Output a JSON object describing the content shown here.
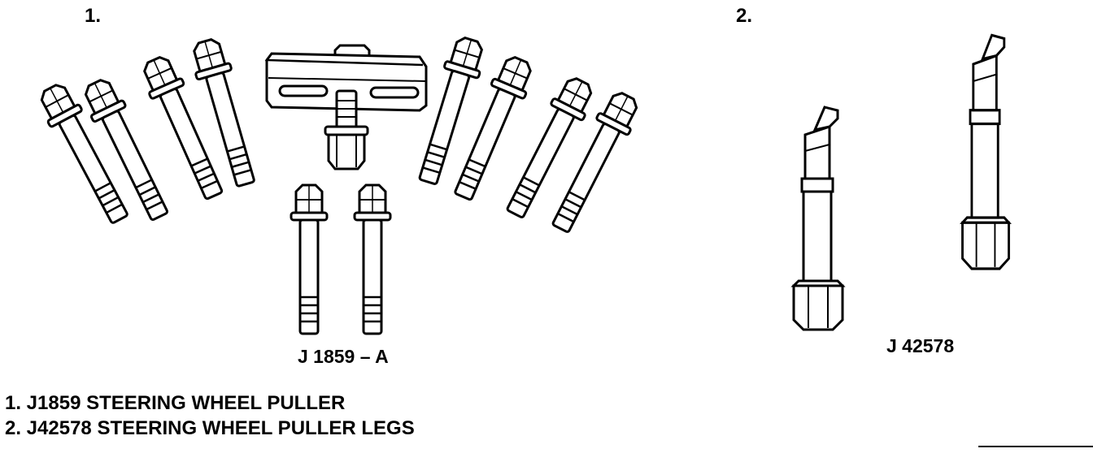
{
  "callouts": {
    "item1": "1.",
    "item2": "2."
  },
  "tool_labels": {
    "puller": "J 1859 – A",
    "legs": "J 42578"
  },
  "legend": [
    "1. J1859 STEERING WHEEL PULLER",
    "2. J42578 STEERING WHEEL PULLER LEGS"
  ],
  "colors": {
    "ink": "#000000",
    "paper": "#ffffff"
  }
}
